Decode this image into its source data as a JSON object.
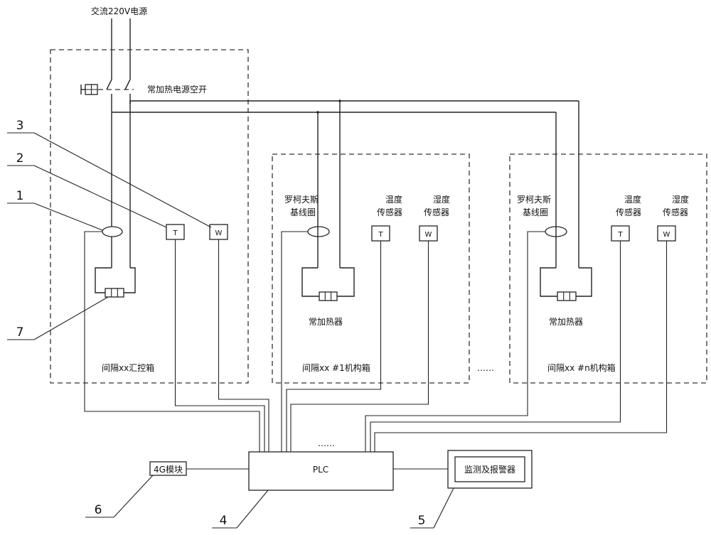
{
  "power_source": "交流220V电源",
  "breaker_label": "常加热电源空开",
  "control_box": {
    "title": "间隔xx汇控箱"
  },
  "mech_box_1": {
    "title": "间隔xx #1机构箱",
    "rogowski": [
      "罗柯夫斯",
      "基线圈"
    ],
    "temp_sensor": [
      "温度",
      "传感器"
    ],
    "humidity_sensor": [
      "湿度",
      "传感器"
    ],
    "heater": "常加热器"
  },
  "mech_box_n": {
    "title": "间隔xx #n机构箱",
    "rogowski": [
      "罗柯夫斯",
      "基线圈"
    ],
    "temp_sensor": [
      "温度",
      "传感器"
    ],
    "humidity_sensor": [
      "湿度",
      "传感器"
    ],
    "heater": "常加热器"
  },
  "sensor_letters": {
    "temperature": "T",
    "humidity": "W"
  },
  "ellipsis_boxes": "……",
  "ellipsis_plc": "……",
  "plc": "PLC",
  "module_4g": "4G模块",
  "alarm": "监测及报警器",
  "callouts": [
    "1",
    "2",
    "3",
    "4",
    "5",
    "6",
    "7"
  ]
}
